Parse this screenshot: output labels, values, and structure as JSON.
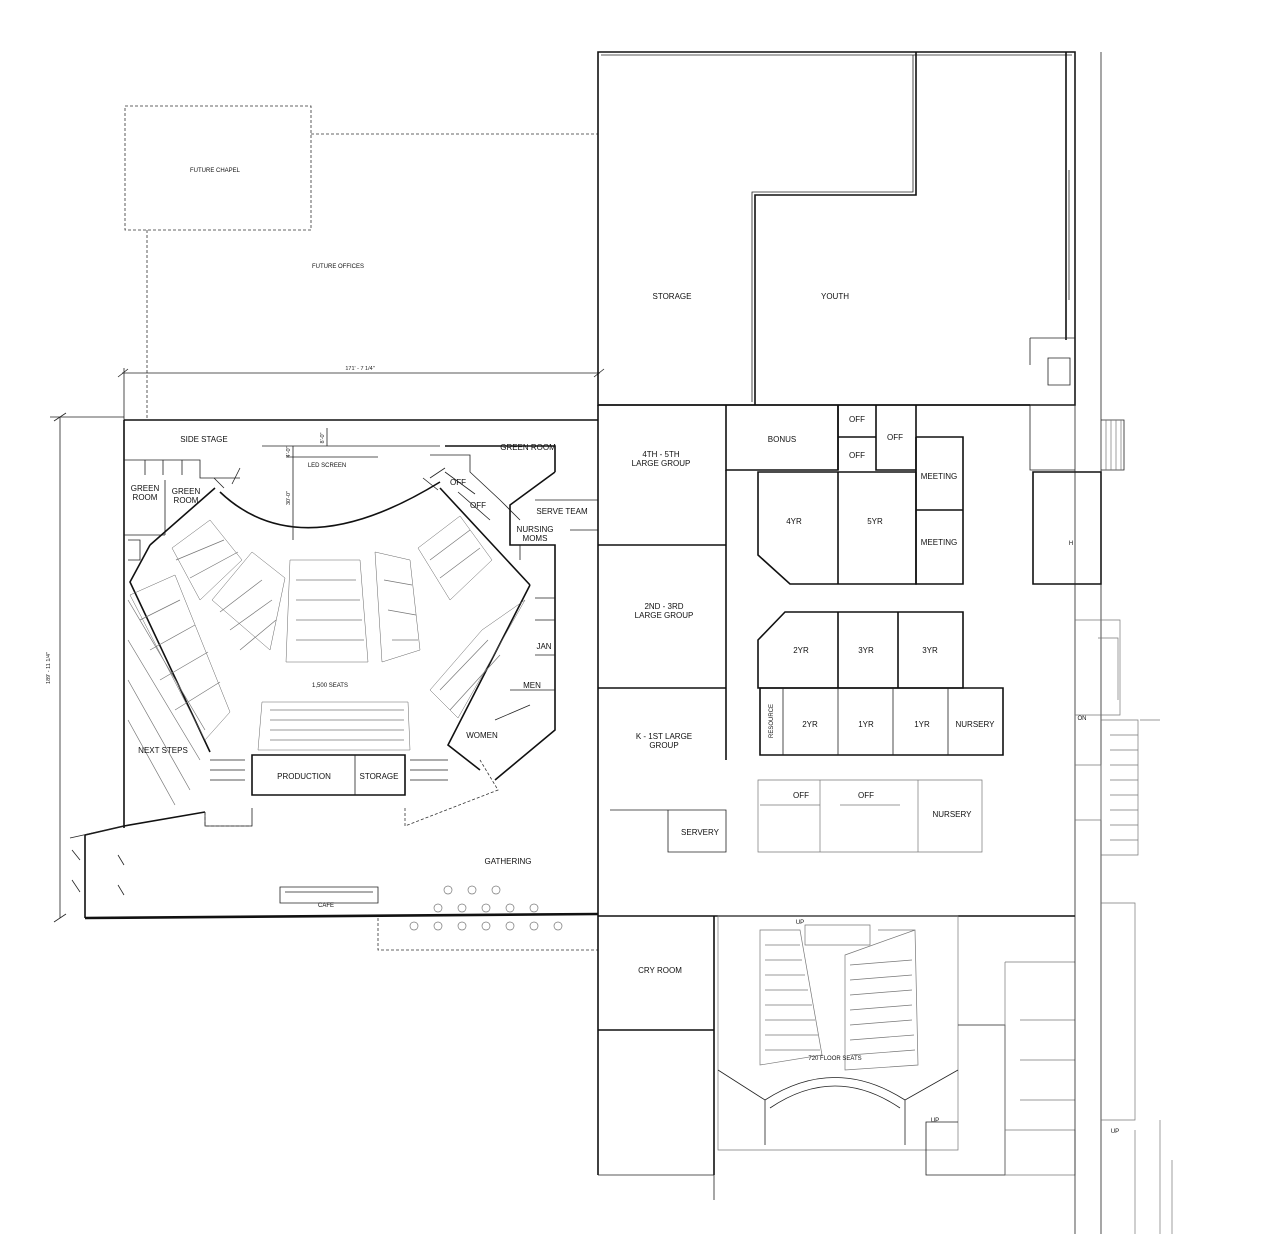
{
  "rooms": {
    "future_chapel": "FUTURE CHAPEL",
    "future_offices": "FUTURE OFFICES",
    "storage": "STORAGE",
    "youth": "YOUTH",
    "side_stage": "SIDE STAGE",
    "green_room_main": "GREEN ROOM",
    "green_room_a": [
      "GREEN",
      "ROOM"
    ],
    "green_room_b": [
      "GREEN",
      "ROOM"
    ],
    "led_screen": "LED SCREEN",
    "off_1": "OFF",
    "off_2": "OFF",
    "serve_team": "SERVE TEAM",
    "nursing_moms": [
      "NURSING",
      "MOMS"
    ],
    "jan": "JAN",
    "men": "MEN",
    "women": "WOMEN",
    "seats_main": "1,500 SEATS",
    "next_steps": "NEXT STEPS",
    "production": "PRODUCTION",
    "storage_stage": "STORAGE",
    "gathering": "GATHERING",
    "cafe": "CAFE",
    "large_group_45": [
      "4TH - 5TH",
      "LARGE GROUP"
    ],
    "large_group_23": [
      "2ND - 3RD",
      "LARGE GROUP"
    ],
    "large_group_k1": [
      "K - 1ST LARGE",
      "GROUP"
    ],
    "bonus": "BONUS",
    "off_3": "OFF",
    "off_4": "OFF",
    "off_5": "OFF",
    "meeting_1": "MEETING",
    "meeting_2": "MEETING",
    "yr4": "4YR",
    "yr5": "5YR",
    "yr2_a": "2YR",
    "yr3_a": "3YR",
    "yr3_b": "3YR",
    "resource": "RESOURCE",
    "yr2_b": "2YR",
    "yr1_a": "1YR",
    "yr1_b": "1YR",
    "nursery_a": "NURSERY",
    "off_6": "OFF",
    "off_7": "OFF",
    "nursery_b": "NURSERY",
    "servery": "SERVERY",
    "cry_room": "CRY ROOM",
    "seats_720": "720 FLOOR SEATS",
    "h": "H",
    "on": "ON",
    "up_1": "UP",
    "up_2": "UP",
    "up_3": "UP"
  },
  "dimensions": {
    "width": "171' - 7 1/4\"",
    "height": "189' - 11 1/4\"",
    "screen_a": "8'-0\"",
    "screen_b": "4'-0\"",
    "screen_c": "30'-0\""
  }
}
